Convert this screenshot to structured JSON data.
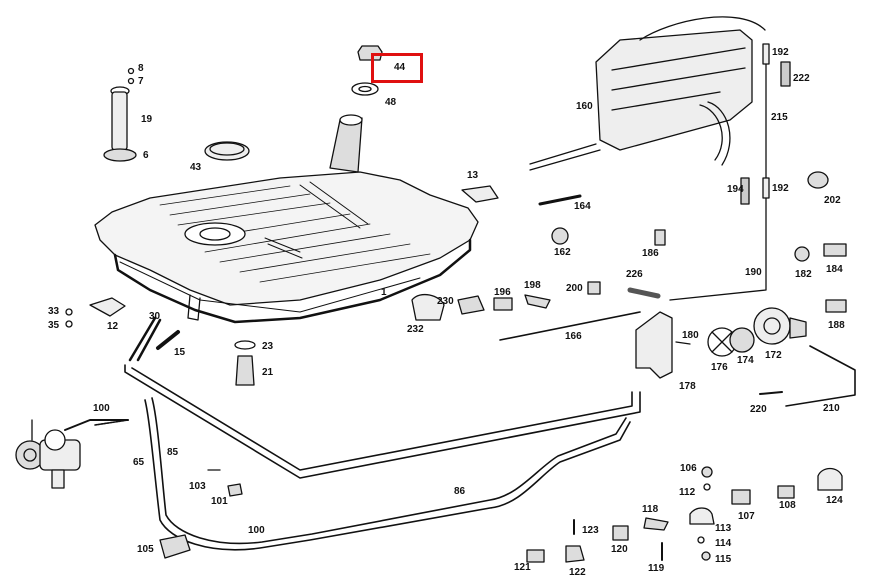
{
  "diagram": {
    "highlight": {
      "part": "44",
      "color": "#e01010"
    },
    "parts": [
      "1",
      "6",
      "7",
      "8",
      "12",
      "13",
      "15",
      "19",
      "21",
      "23",
      "30",
      "33",
      "35",
      "43",
      "44",
      "48",
      "65",
      "85",
      "86",
      "100",
      "100b",
      "101",
      "103",
      "105",
      "106",
      "107",
      "108",
      "112",
      "113",
      "114",
      "115",
      "118",
      "119",
      "120",
      "121",
      "122",
      "123",
      "124",
      "160",
      "162",
      "164",
      "166",
      "172",
      "174",
      "176",
      "178",
      "180",
      "182",
      "184",
      "186",
      "188",
      "190",
      "192",
      "192b",
      "194",
      "196",
      "198",
      "200",
      "202",
      "210",
      "215",
      "220",
      "222",
      "226",
      "230",
      "232"
    ],
    "labels": {
      "p1": "1",
      "p6": "6",
      "p7": "7",
      "p8": "8",
      "p12": "12",
      "p13": "13",
      "p15": "15",
      "p19": "19",
      "p21": "21",
      "p23": "23",
      "p30": "30",
      "p33": "33",
      "p35": "35",
      "p43": "43",
      "p44": "44",
      "p48": "48",
      "p65": "65",
      "p85": "85",
      "p86": "86",
      "p100": "100",
      "p100b": "100",
      "p101": "101",
      "p103": "103",
      "p105": "105",
      "p106": "106",
      "p107": "107",
      "p108": "108",
      "p112": "112",
      "p113": "113",
      "p114": "114",
      "p115": "115",
      "p118": "118",
      "p119": "119",
      "p120": "120",
      "p121": "121",
      "p122": "122",
      "p123": "123",
      "p124": "124",
      "p160": "160",
      "p162": "162",
      "p164": "164",
      "p166": "166",
      "p172": "172",
      "p174": "174",
      "p176": "176",
      "p178": "178",
      "p180": "180",
      "p182": "182",
      "p184": "184",
      "p186": "186",
      "p188": "188",
      "p190": "190",
      "p192": "192",
      "p192b": "192",
      "p194": "194",
      "p196": "196",
      "p198": "198",
      "p200": "200",
      "p202": "202",
      "p210": "210",
      "p215": "215",
      "p220": "220",
      "p222": "222",
      "p226": "226",
      "p230": "230",
      "p232": "232"
    }
  }
}
